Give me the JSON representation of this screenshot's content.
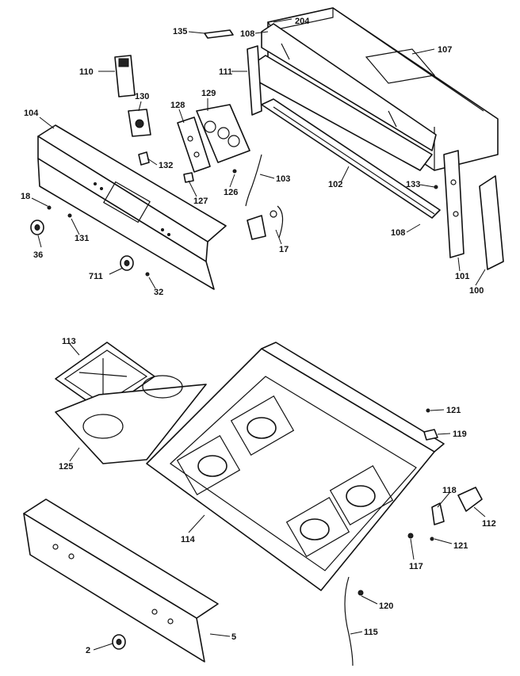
{
  "diagram": {
    "callouts": {
      "c204": "204",
      "c135": "135",
      "c108a": "108",
      "c107": "107",
      "c110": "110",
      "c111": "111",
      "c130": "130",
      "c129": "129",
      "c104": "104",
      "c128": "128",
      "c132": "132",
      "c103": "103",
      "c102": "102",
      "c133": "133",
      "c18": "18",
      "c127": "127",
      "c126": "126",
      "c131": "131",
      "c17": "17",
      "c108b": "108",
      "c36": "36",
      "c711": "711",
      "c32": "32",
      "c101": "101",
      "c100": "100",
      "c113": "113",
      "c121a": "121",
      "c119": "119",
      "c125": "125",
      "c118": "118",
      "c112": "112",
      "c114": "114",
      "c121b": "121",
      "c117": "117",
      "c120": "120",
      "c5": "5",
      "c2": "2",
      "c115": "115"
    }
  }
}
